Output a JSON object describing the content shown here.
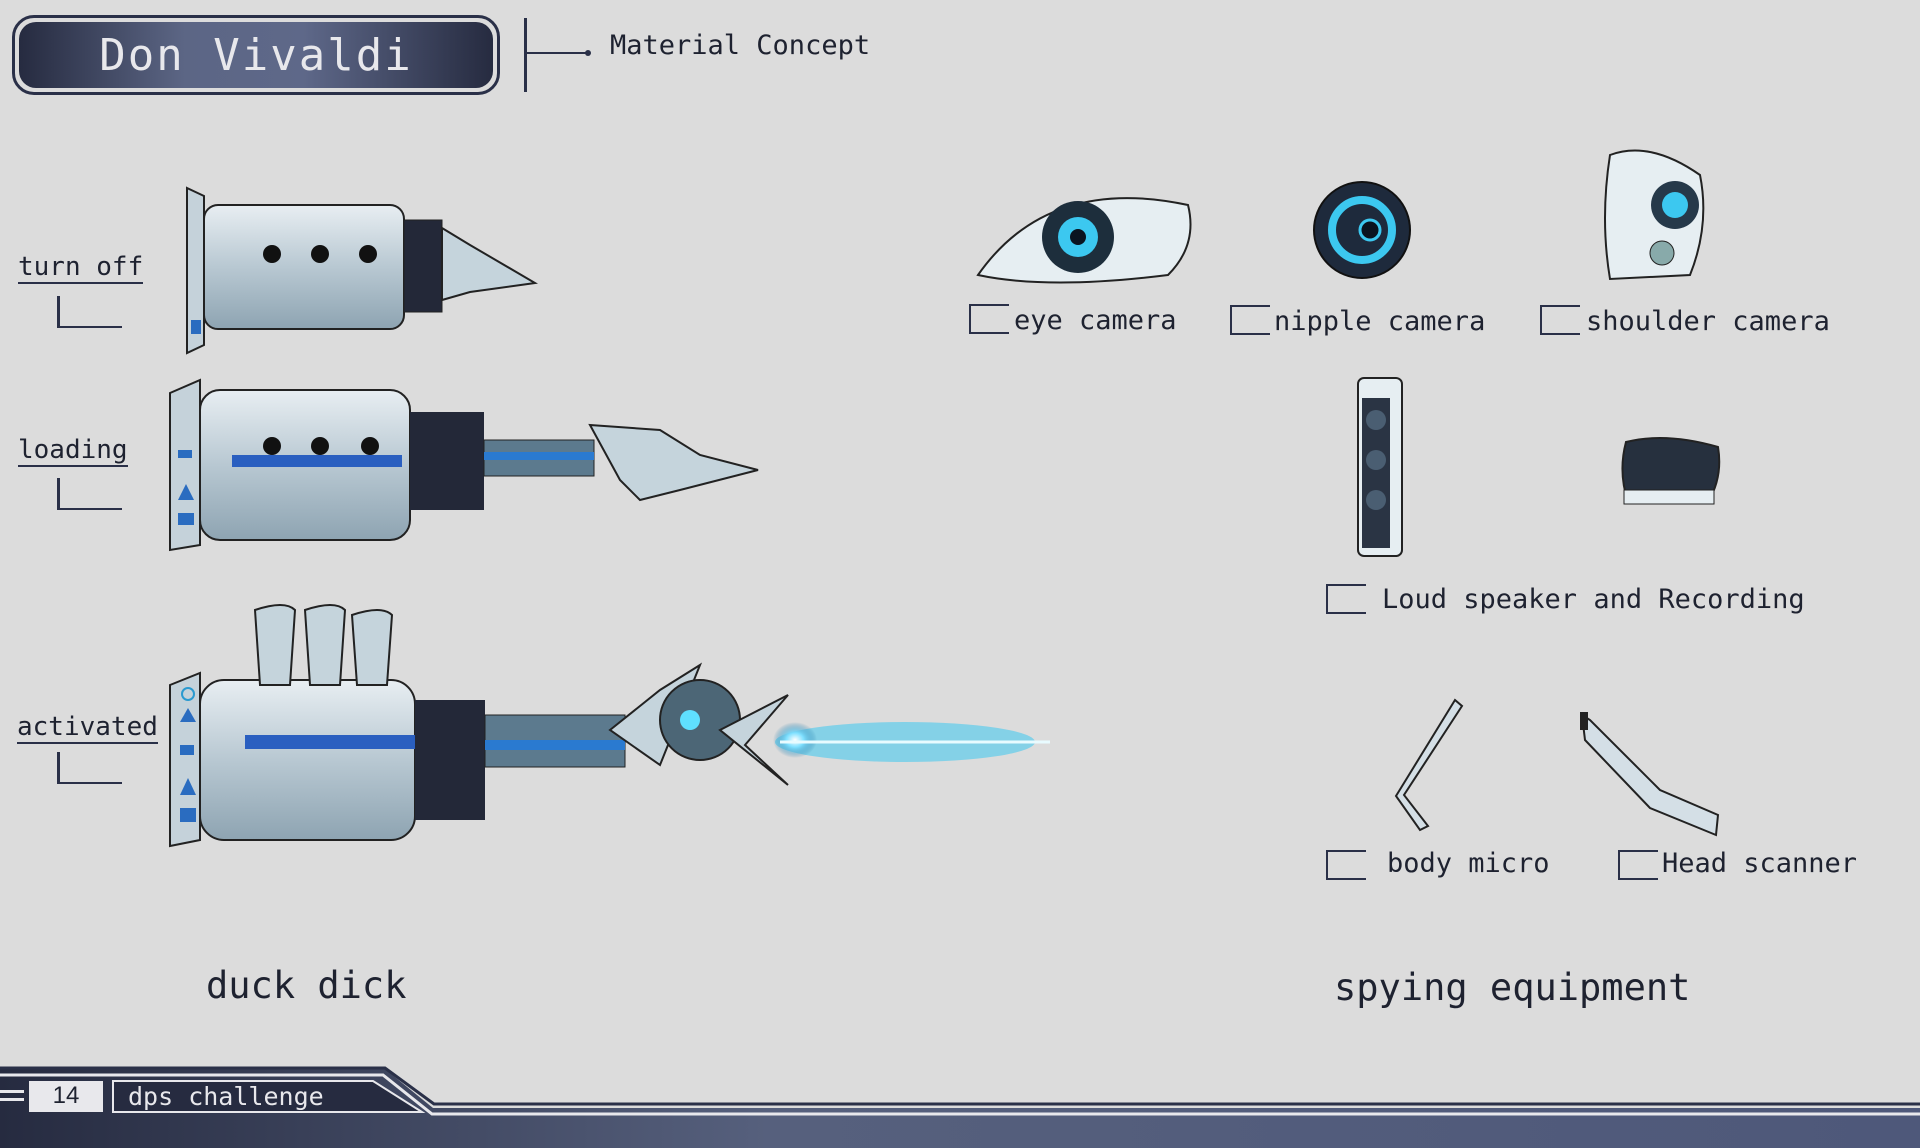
{
  "header": {
    "title": "Don Vivaldi",
    "subtitle": "Material Concept"
  },
  "duck_dick": {
    "section_title": "duck dick",
    "states": [
      {
        "label": "turn off"
      },
      {
        "label": "loading"
      },
      {
        "label": "activated"
      }
    ]
  },
  "spying_equipment": {
    "section_title": "spying equipment",
    "items": [
      {
        "label": "eye camera"
      },
      {
        "label": "nipple camera"
      },
      {
        "label": "shoulder camera"
      },
      {
        "label": "Loud speaker and Recording"
      },
      {
        "label": "body micro"
      },
      {
        "label": "Head scanner"
      }
    ]
  },
  "footer": {
    "page_number": "14",
    "label": "dps challenge"
  },
  "colors": {
    "navy": "#2a3048",
    "background": "#dcdcdc",
    "glow": "#3cc8f0"
  }
}
